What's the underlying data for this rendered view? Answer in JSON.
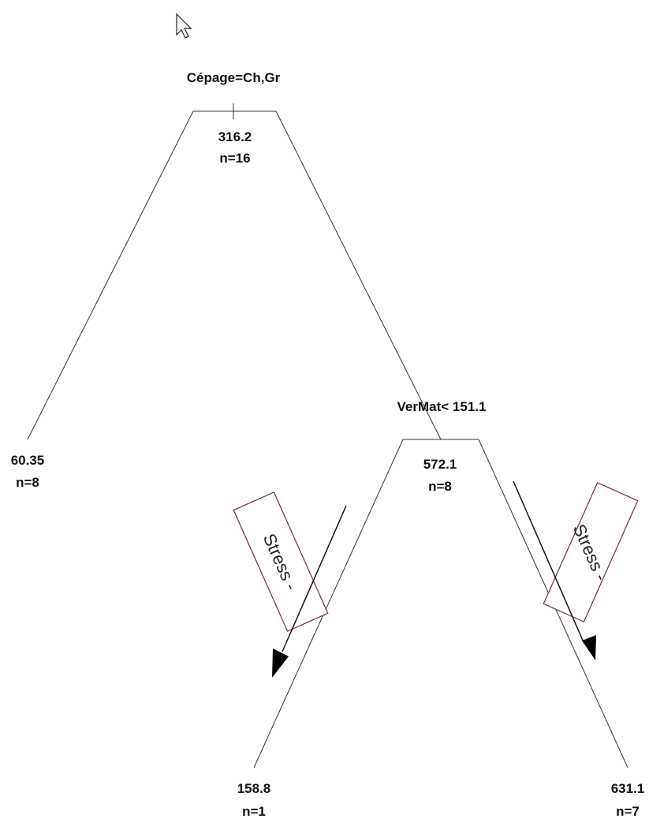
{
  "tree": {
    "root": {
      "split": "Cépage=Ch,Gr",
      "value": "316.2",
      "n": "n=16"
    },
    "left_leaf": {
      "value": "60.35",
      "n": "n=8"
    },
    "internal": {
      "split": "VerMat< 151.1",
      "value": "572.1",
      "n": "n=8"
    },
    "leaf_lower_left": {
      "value": "158.8",
      "n": "n=1"
    },
    "leaf_lower_right": {
      "value": "631.1",
      "n": "n=7"
    }
  },
  "annotations": {
    "left_arrow_label": "Stress -",
    "right_arrow_label": "Stress -",
    "box_border_color": "#7a2a3a"
  },
  "cursor": "pointer-cursor-icon"
}
